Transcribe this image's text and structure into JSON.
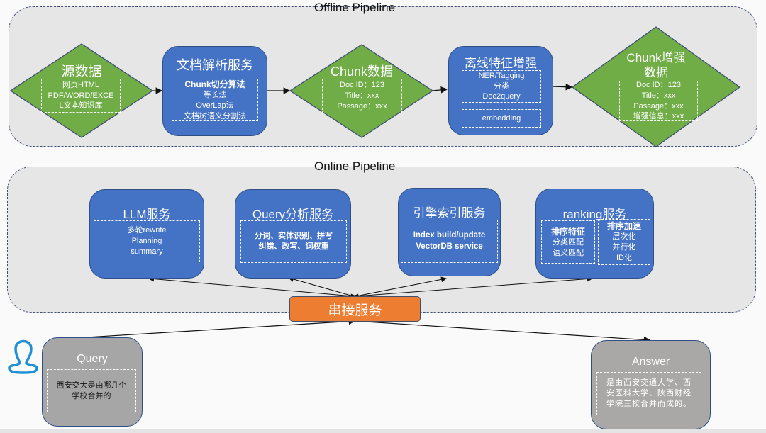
{
  "offline": {
    "title": "Offline Pipeline",
    "source": {
      "title": "源数据",
      "items": [
        "网页HTML",
        "PDF/WORD/EXCE",
        "L文本知识库"
      ]
    },
    "parse": {
      "title": "文档解析服务",
      "items": [
        "Chunk切分算法",
        "等长法",
        "OverLap法",
        "文档树语义分割法"
      ]
    },
    "chunk": {
      "title": "Chunk数据",
      "items": [
        "Doc ID：123",
        "Title：xxx",
        "Passage：xxx"
      ]
    },
    "enhance": {
      "title": "离线特征增强",
      "items": [
        "NER/Tagging",
        "分类",
        "Doc2query"
      ],
      "extra": "embedding"
    },
    "enhanced_chunk": {
      "title_line1": "Chunk增强",
      "title_line2": "数据",
      "items": [
        "Doc ID：123",
        "Title：xxx",
        "Passage：xxx",
        "增强信息：xxx"
      ]
    }
  },
  "online": {
    "title": "Online Pipeline",
    "llm": {
      "title": "LLM服务",
      "items": [
        "多轮rewrite",
        "Planning",
        "summary"
      ]
    },
    "query_analysis": {
      "title": "Query分析服务",
      "items": [
        "分词、实体识别、拼写",
        "纠错、改写、词权重"
      ]
    },
    "index": {
      "title": "引擎索引服务",
      "items": [
        "Index build/update",
        "VectorDB service"
      ]
    },
    "ranking": {
      "title": "ranking服务",
      "features": {
        "heading": "排序特征",
        "items": [
          "分类匹配",
          "语义匹配"
        ]
      },
      "accel": {
        "heading": "排序加速",
        "items": [
          "层次化",
          "并行化",
          "ID化"
        ]
      }
    },
    "orchestrator": {
      "label": "串接服务"
    }
  },
  "query": {
    "title": "Query",
    "text": "西安交大是由哪几个学校合并的"
  },
  "answer": {
    "title": "Answer",
    "text": "是由西安交通大学、西安医科大学、陕西财经学院三校合并而成的。"
  },
  "icons": {
    "user": "user-icon"
  },
  "colors": {
    "region_bg": "#e6e6e6",
    "blue": "#4472c4",
    "green": "#70ad47",
    "orange": "#ed7d31",
    "gray": "#a6a6a6",
    "user": "#1f8fd6"
  }
}
